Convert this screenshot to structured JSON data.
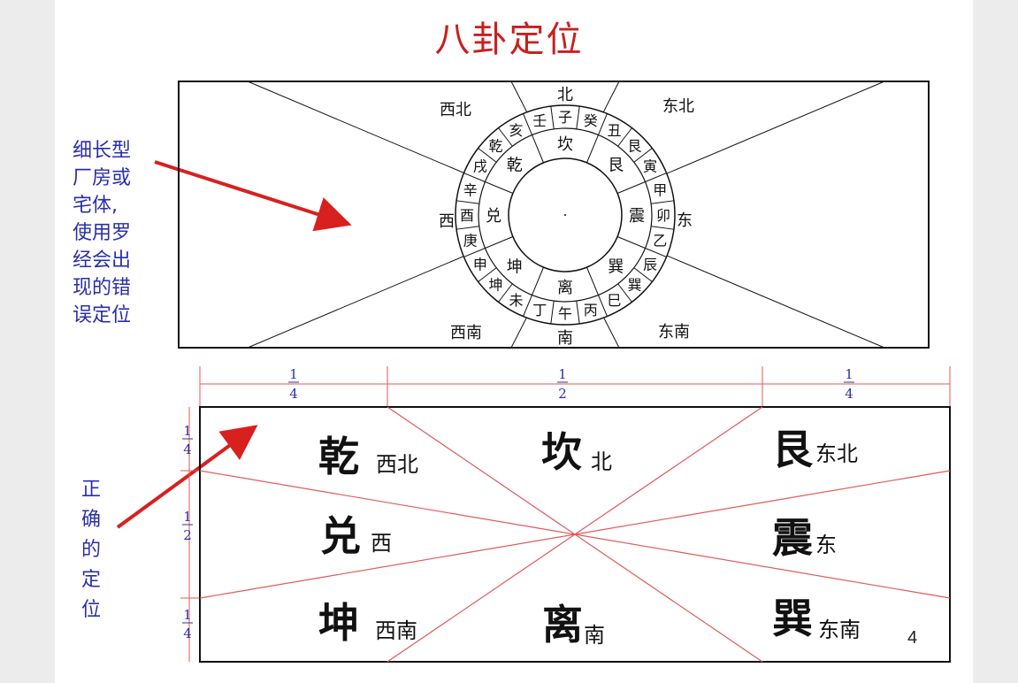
{
  "title": "八卦定位",
  "notes": {
    "wrong": [
      "细长型",
      "厂房或",
      "宅体,",
      "使用罗",
      "经会出",
      "现的错",
      "误定位"
    ],
    "correct": [
      "正",
      "确",
      "的",
      "定",
      "位"
    ]
  },
  "page_number": "4",
  "colors": {
    "title": "#c8201e",
    "note": "#2a2fa8",
    "arrow": "#d8201e",
    "grid": "#e05a5a",
    "line": "#111111"
  },
  "top_diagram": {
    "directions": {
      "north": "北",
      "northeast": "东北",
      "east": "东",
      "southeast": "东南",
      "south": "南",
      "southwest": "西南",
      "west": "西",
      "northwest": "西北"
    },
    "outer_ring": [
      "子",
      "癸",
      "丑",
      "艮",
      "寅",
      "甲",
      "卯",
      "乙",
      "辰",
      "巽",
      "巳",
      "丙",
      "午",
      "丁",
      "未",
      "坤",
      "申",
      "庚",
      "酉",
      "辛",
      "戌",
      "乾",
      "亥",
      "壬"
    ],
    "inner_ring": [
      "坎",
      "艮",
      "震",
      "巽",
      "离",
      "坤",
      "兑",
      "乾"
    ]
  },
  "bottom_diagram": {
    "top_fractions": [
      {
        "num": "1",
        "den": "4"
      },
      {
        "num": "1",
        "den": "2"
      },
      {
        "num": "1",
        "den": "4"
      }
    ],
    "side_fractions": [
      {
        "num": "1",
        "den": "4"
      },
      {
        "num": "1",
        "den": "2"
      },
      {
        "num": "1",
        "den": "4"
      }
    ],
    "cells": [
      {
        "trigram": "乾",
        "direction": "西北"
      },
      {
        "trigram": "坎",
        "direction": "北"
      },
      {
        "trigram": "艮",
        "direction": "东北"
      },
      {
        "trigram": "兑",
        "direction": "西"
      },
      {
        "trigram": "震",
        "direction": "东"
      },
      {
        "trigram": "坤",
        "direction": "西南"
      },
      {
        "trigram": "离",
        "direction": "南"
      },
      {
        "trigram": "巽",
        "direction": "东南"
      }
    ]
  }
}
